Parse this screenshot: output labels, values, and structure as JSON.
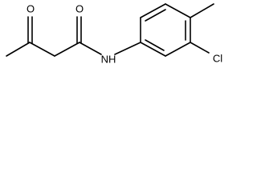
{
  "molecule": {
    "atoms": {
      "ketone_oxygen": "O",
      "amide_oxygen": "O",
      "amide_nitrogen": "NH",
      "chlorine": "Cl"
    }
  }
}
